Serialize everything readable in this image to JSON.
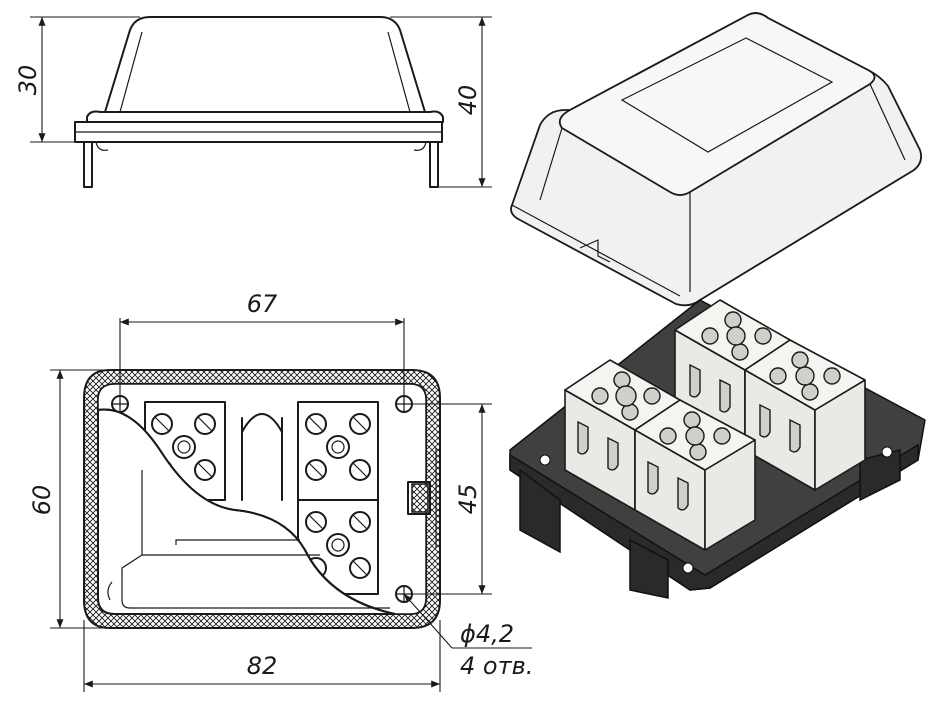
{
  "dimensions": {
    "side_height": "30",
    "total_height": "40",
    "hole_spacing_width": "67",
    "outer_height": "60",
    "hole_spacing_height": "45",
    "outer_width": "82",
    "hole_diameter": "ϕ4,2",
    "hole_count": "4 отв."
  }
}
